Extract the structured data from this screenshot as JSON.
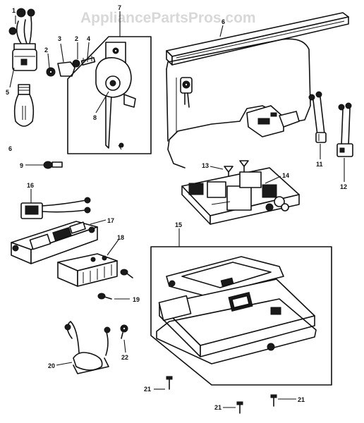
{
  "watermark": "AppliancePartsPros.com",
  "callouts": [
    {
      "id": "c1",
      "text": "1"
    },
    {
      "id": "c2a",
      "text": "2"
    },
    {
      "id": "c2b",
      "text": "2"
    },
    {
      "id": "c3",
      "text": "3"
    },
    {
      "id": "c4",
      "text": "4"
    },
    {
      "id": "c5",
      "text": "5"
    },
    {
      "id": "c6a",
      "text": "6"
    },
    {
      "id": "c6b",
      "text": "6"
    },
    {
      "id": "c7",
      "text": "7"
    },
    {
      "id": "c8",
      "text": "8"
    },
    {
      "id": "c9",
      "text": "9"
    },
    {
      "id": "c11",
      "text": "11"
    },
    {
      "id": "c12",
      "text": "12"
    },
    {
      "id": "c13",
      "text": "13"
    },
    {
      "id": "c14",
      "text": "14"
    },
    {
      "id": "c15",
      "text": "15"
    },
    {
      "id": "c16",
      "text": "16"
    },
    {
      "id": "c17",
      "text": "17"
    },
    {
      "id": "c18",
      "text": "18"
    },
    {
      "id": "c19",
      "text": "19"
    },
    {
      "id": "c20",
      "text": "20"
    },
    {
      "id": "c21a",
      "text": "21"
    },
    {
      "id": "c21b",
      "text": "21"
    },
    {
      "id": "c21c",
      "text": "21"
    },
    {
      "id": "c22",
      "text": "22"
    }
  ]
}
